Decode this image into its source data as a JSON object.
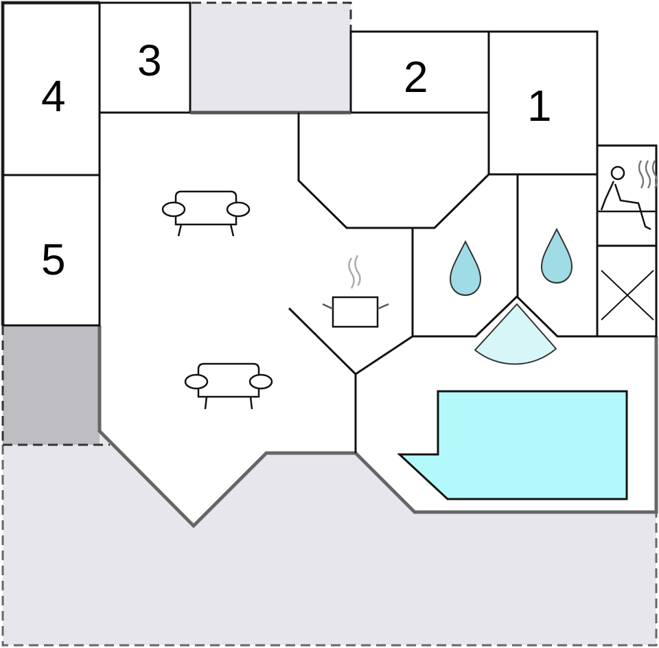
{
  "floorplan": {
    "rooms": [
      {
        "id": "room-1",
        "label": "1"
      },
      {
        "id": "room-2",
        "label": "2"
      },
      {
        "id": "room-3",
        "label": "3"
      },
      {
        "id": "room-4",
        "label": "4"
      },
      {
        "id": "room-5",
        "label": "5"
      }
    ],
    "icons": [
      "sofa-icon",
      "sofa-icon",
      "cooking-pot-icon",
      "shower-drop-icon",
      "shower-drop-icon",
      "sauna-icon",
      "storage-cross-icon",
      "shower-tray-icon",
      "swimming-pool-icon"
    ],
    "colors": {
      "wall": "#111111",
      "outer_wall": "#666666",
      "terrace": "#e6e6ec",
      "covered_area": "#bdbdc2",
      "water": "#b3f9fb",
      "drop": "#9fdce6"
    }
  }
}
